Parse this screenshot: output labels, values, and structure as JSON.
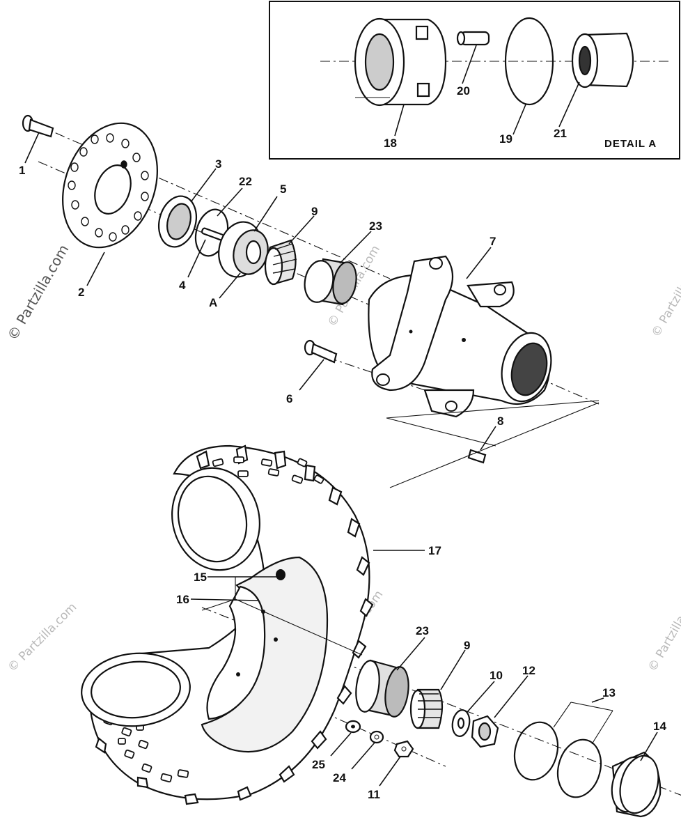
{
  "detail_title": "DETAIL A",
  "watermark": "© Partzilla.com",
  "ref_a": "A",
  "callouts": {
    "c1": "1",
    "c2": "2",
    "c3": "3",
    "c4": "4",
    "c5": "5",
    "c6": "6",
    "c7": "7",
    "c8": "8",
    "c9a": "9",
    "c9b": "9",
    "c10": "10",
    "c11": "11",
    "c12": "12",
    "c13": "13",
    "c14": "14",
    "c15": "15",
    "c16": "16",
    "c17": "17",
    "c18": "18",
    "c19": "19",
    "c20": "20",
    "c21": "21",
    "c22": "22",
    "c23a": "23",
    "c23b": "23",
    "c24": "24",
    "c25": "25"
  }
}
